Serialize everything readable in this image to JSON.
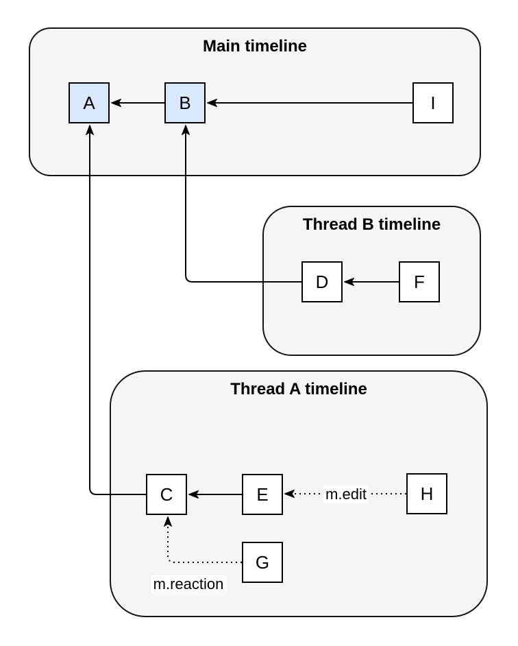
{
  "diagram": {
    "containers": [
      {
        "id": "main",
        "title": "Main timeline"
      },
      {
        "id": "thread_b",
        "title": "Thread B timeline"
      },
      {
        "id": "thread_a",
        "title": "Thread A timeline"
      }
    ],
    "nodes": [
      {
        "id": "A",
        "label": "A",
        "highlighted": true,
        "timeline": "main"
      },
      {
        "id": "B",
        "label": "B",
        "highlighted": true,
        "timeline": "main"
      },
      {
        "id": "I",
        "label": "I",
        "highlighted": false,
        "timeline": "main"
      },
      {
        "id": "D",
        "label": "D",
        "highlighted": false,
        "timeline": "thread_b"
      },
      {
        "id": "F",
        "label": "F",
        "highlighted": false,
        "timeline": "thread_b"
      },
      {
        "id": "C",
        "label": "C",
        "highlighted": false,
        "timeline": "thread_a"
      },
      {
        "id": "E",
        "label": "E",
        "highlighted": false,
        "timeline": "thread_a"
      },
      {
        "id": "H",
        "label": "H",
        "highlighted": false,
        "timeline": "thread_a"
      },
      {
        "id": "G",
        "label": "G",
        "highlighted": false,
        "timeline": "thread_a"
      }
    ],
    "edges": [
      {
        "from": "B",
        "to": "A",
        "style": "solid"
      },
      {
        "from": "I",
        "to": "B",
        "style": "solid"
      },
      {
        "from": "F",
        "to": "D",
        "style": "solid"
      },
      {
        "from": "D",
        "to": "B",
        "style": "solid"
      },
      {
        "from": "E",
        "to": "C",
        "style": "solid"
      },
      {
        "from": "C",
        "to": "A",
        "style": "solid"
      },
      {
        "from": "H",
        "to": "E",
        "style": "dotted",
        "label": "m.edit"
      },
      {
        "from": "G",
        "to": "C",
        "style": "dotted",
        "label": "m.reaction"
      }
    ],
    "edge_labels": [
      {
        "id": "m_edit",
        "text": "m.edit"
      },
      {
        "id": "m_reaction",
        "text": "m.reaction"
      }
    ],
    "colors": {
      "background": "#ffffff",
      "container_fill": "#f5f5f5",
      "container_border": "#141414",
      "node_fill": "#ffffff",
      "node_fill_highlighted": "#dae8fc",
      "node_border": "#000000",
      "edge": "#000000",
      "edge_label_background": "#ffffff",
      "text": "#000000"
    }
  }
}
